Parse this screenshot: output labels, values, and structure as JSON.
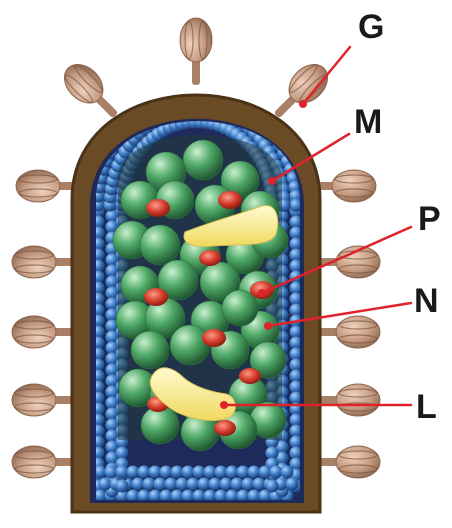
{
  "labels": {
    "g": "G",
    "m": "M",
    "p": "P",
    "n": "N",
    "l": "L"
  },
  "colors": {
    "envelope": "#6b4a26",
    "envelope_edge": "#4a3216",
    "inner_dark": "#1e2a5a",
    "m_protein": "#3d7cc4",
    "n_protein": "#4fa867",
    "p_protein": "#d23a2a",
    "l_protein": "#f3e27a",
    "g_spike": "#c49a7f",
    "leader_line": "#e0232b"
  }
}
